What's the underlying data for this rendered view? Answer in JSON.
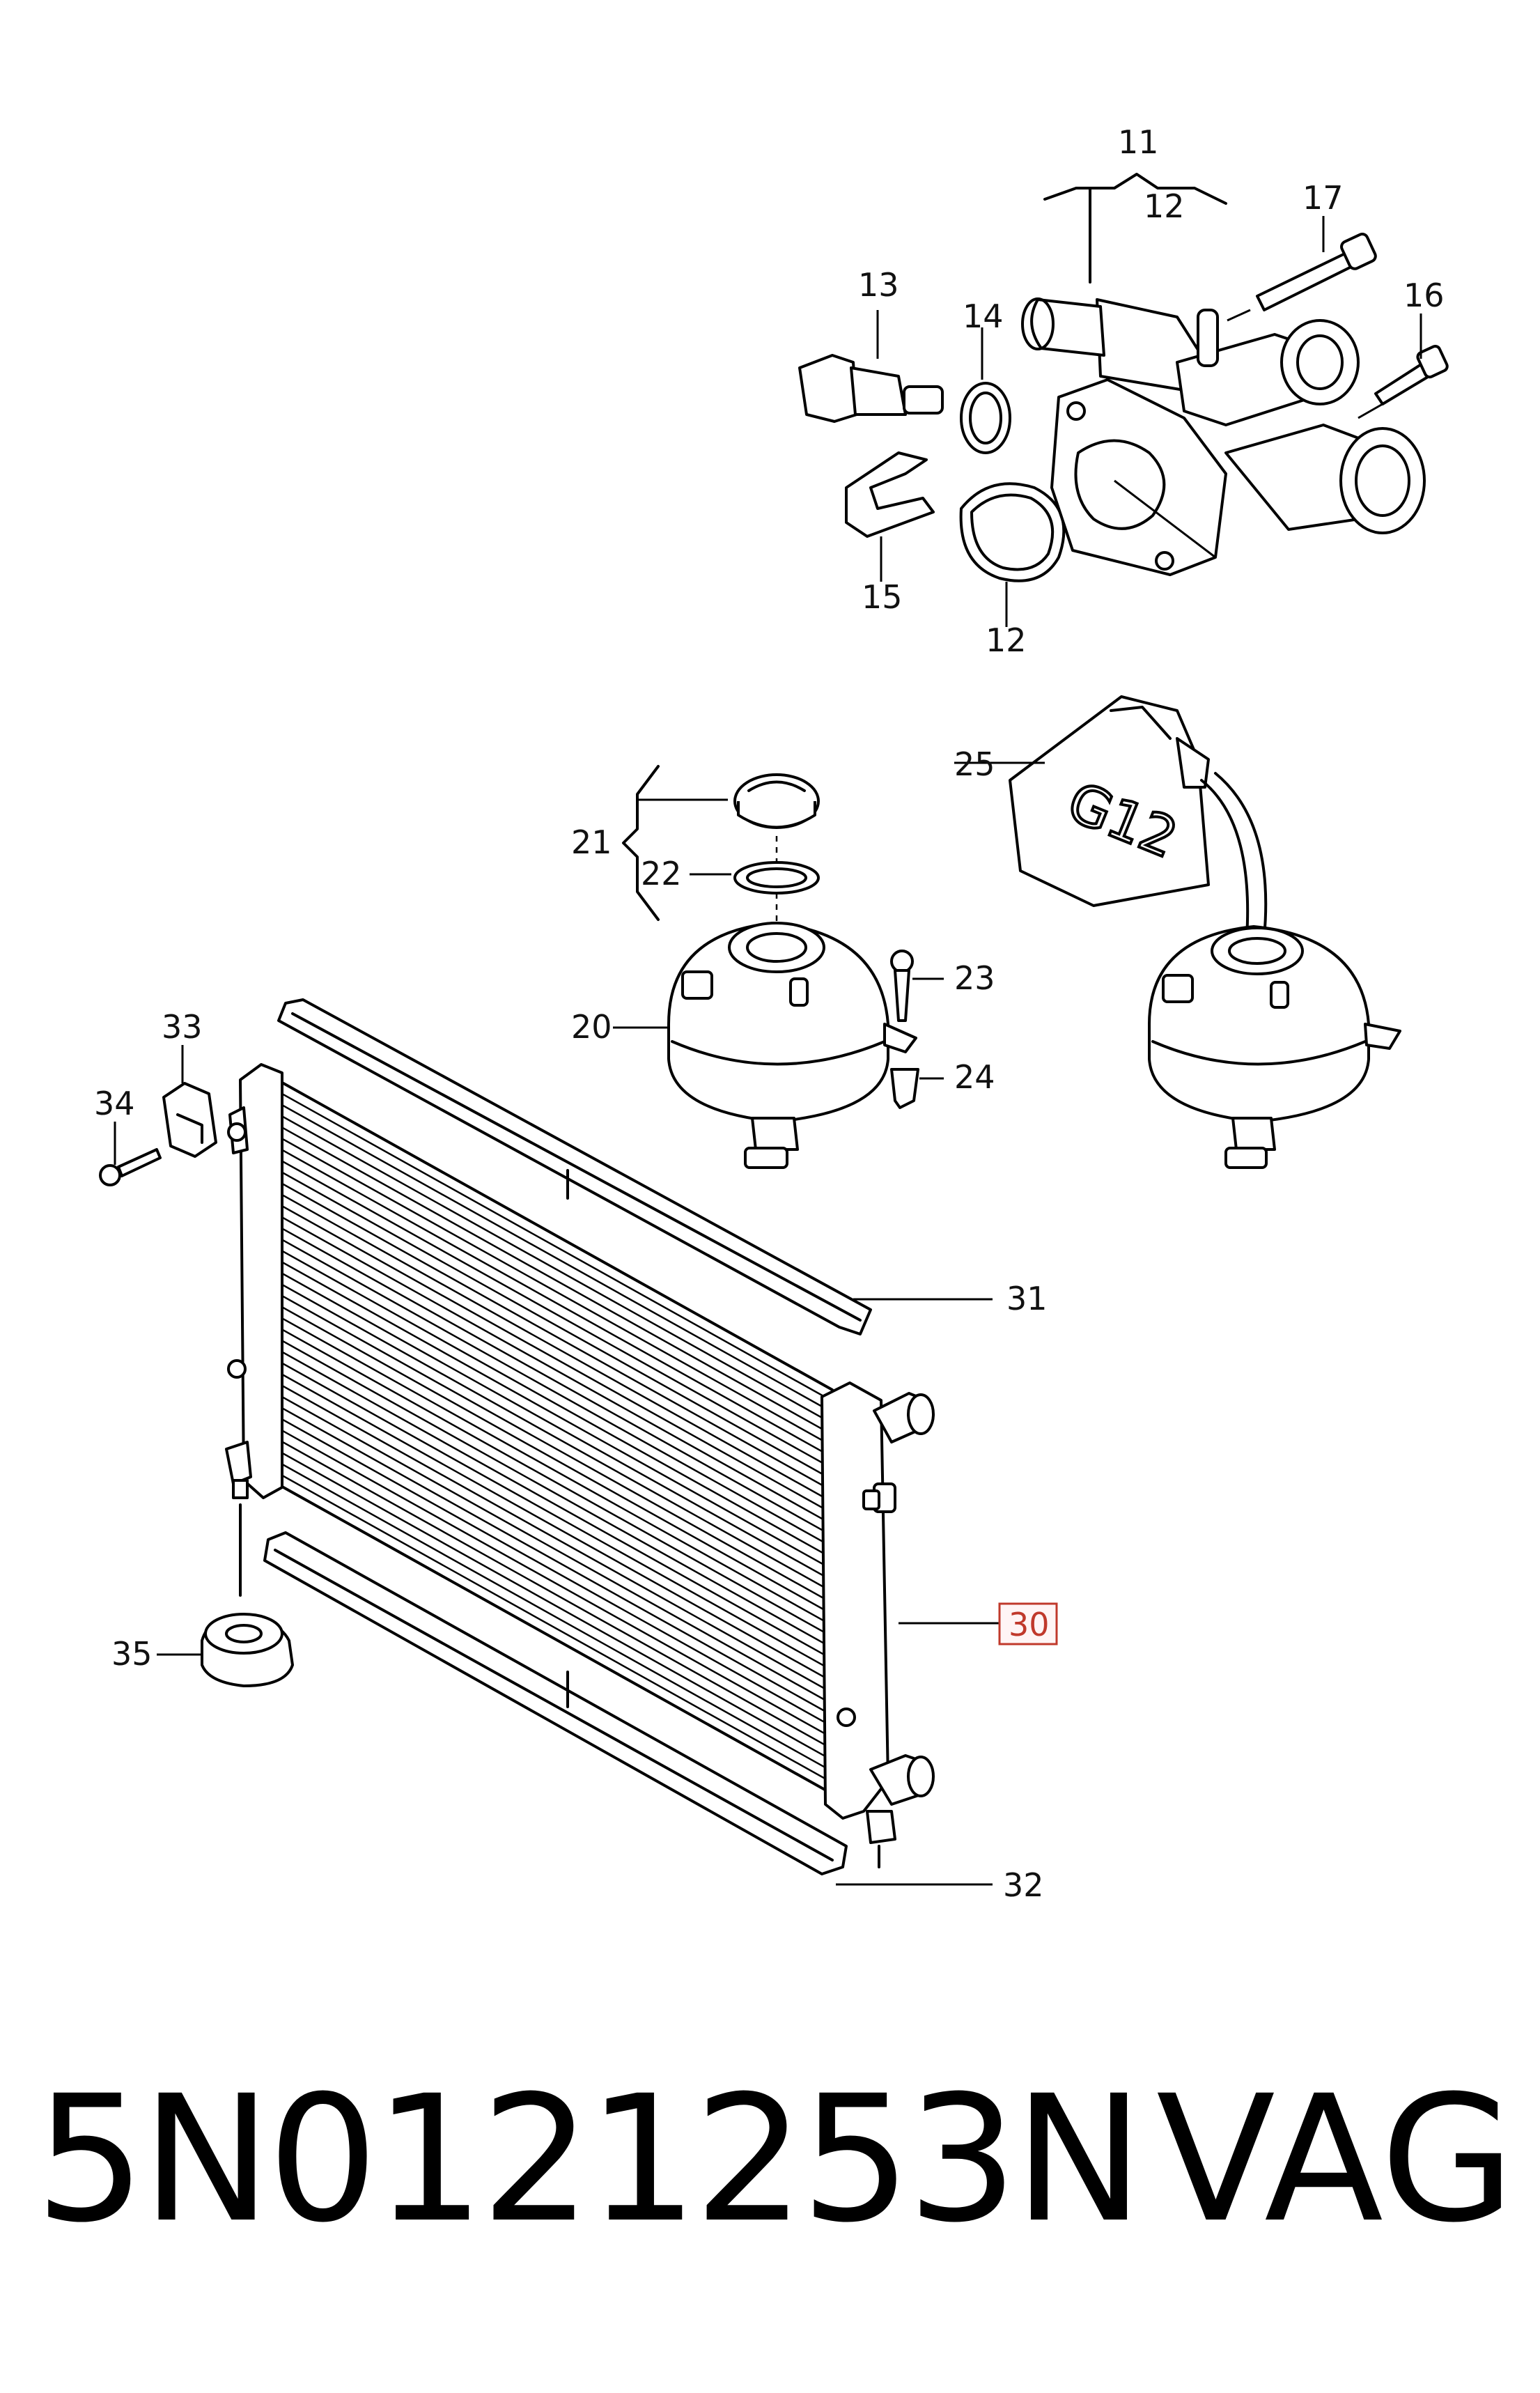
{
  "callouts": {
    "c11": "11",
    "c12a": "12",
    "c12b": "12",
    "c13": "13",
    "c14": "14",
    "c15": "15",
    "c16": "16",
    "c17": "17",
    "c20": "20",
    "c21": "21",
    "c22": "22",
    "c23": "23",
    "c24": "24",
    "c25": "25",
    "c30": "30",
    "c31": "31",
    "c32": "32",
    "c33": "33",
    "c34": "34",
    "c35": "35"
  },
  "highlighted_callout": "30",
  "highlight_color": "#c0392b",
  "bottle_label": "G12",
  "footer": {
    "part_number": "5N0121253N",
    "brand": "VAG"
  }
}
